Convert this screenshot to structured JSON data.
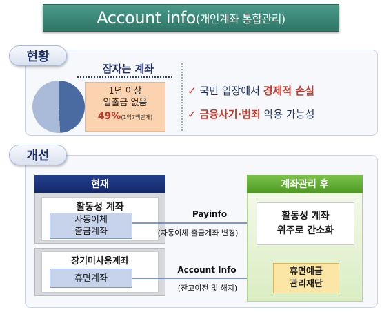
{
  "title": {
    "main": "Account info",
    "sub": "(개인계좌 통합관리)"
  },
  "status": {
    "label": "현황",
    "dormant_heading": "잠자는 계좌",
    "idle_line1": "1년 이상",
    "idle_line2": "입출금 없음",
    "idle_percent": "49%",
    "idle_count": "(1억7백만개)",
    "idle_fraction": 0.49,
    "loss_prefix": "국민 입장에서 ",
    "loss_emphasis": "경제적 손실",
    "risk_emphasis": "금융사기·범죄",
    "risk_suffix": " 악용 가능성"
  },
  "improve": {
    "label": "개선",
    "current_header": "현재",
    "after_header": "계좌관리 후",
    "active_heading": "활동성 계좌",
    "auto_debit_line1": "자동이체",
    "auto_debit_line2": "출금계좌",
    "payinfo_title": "Payinfo",
    "payinfo_sub": "(자동이체 출금계좌 변경)",
    "long_unused_heading": "장기미사용계좌",
    "dormant_account": "휴면계좌",
    "accountinfo_title": "Account Info",
    "accountinfo_sub": "(잔고이전 및 해지)",
    "after_active_line1": "활동성 계좌",
    "after_active_line2": "위주로 간소화",
    "foundation_line1": "휴면예금",
    "foundation_line2": "관리재단"
  },
  "colors": {
    "title_bg": "#2f7666",
    "navy": "#13286a",
    "green": "#4d9a23",
    "accent_red": "#c0392b",
    "pie_dark": "#4a6aa2",
    "pie_light": "#aabbd9"
  },
  "icons": [
    "check-icon",
    "arrow-right-icon"
  ]
}
